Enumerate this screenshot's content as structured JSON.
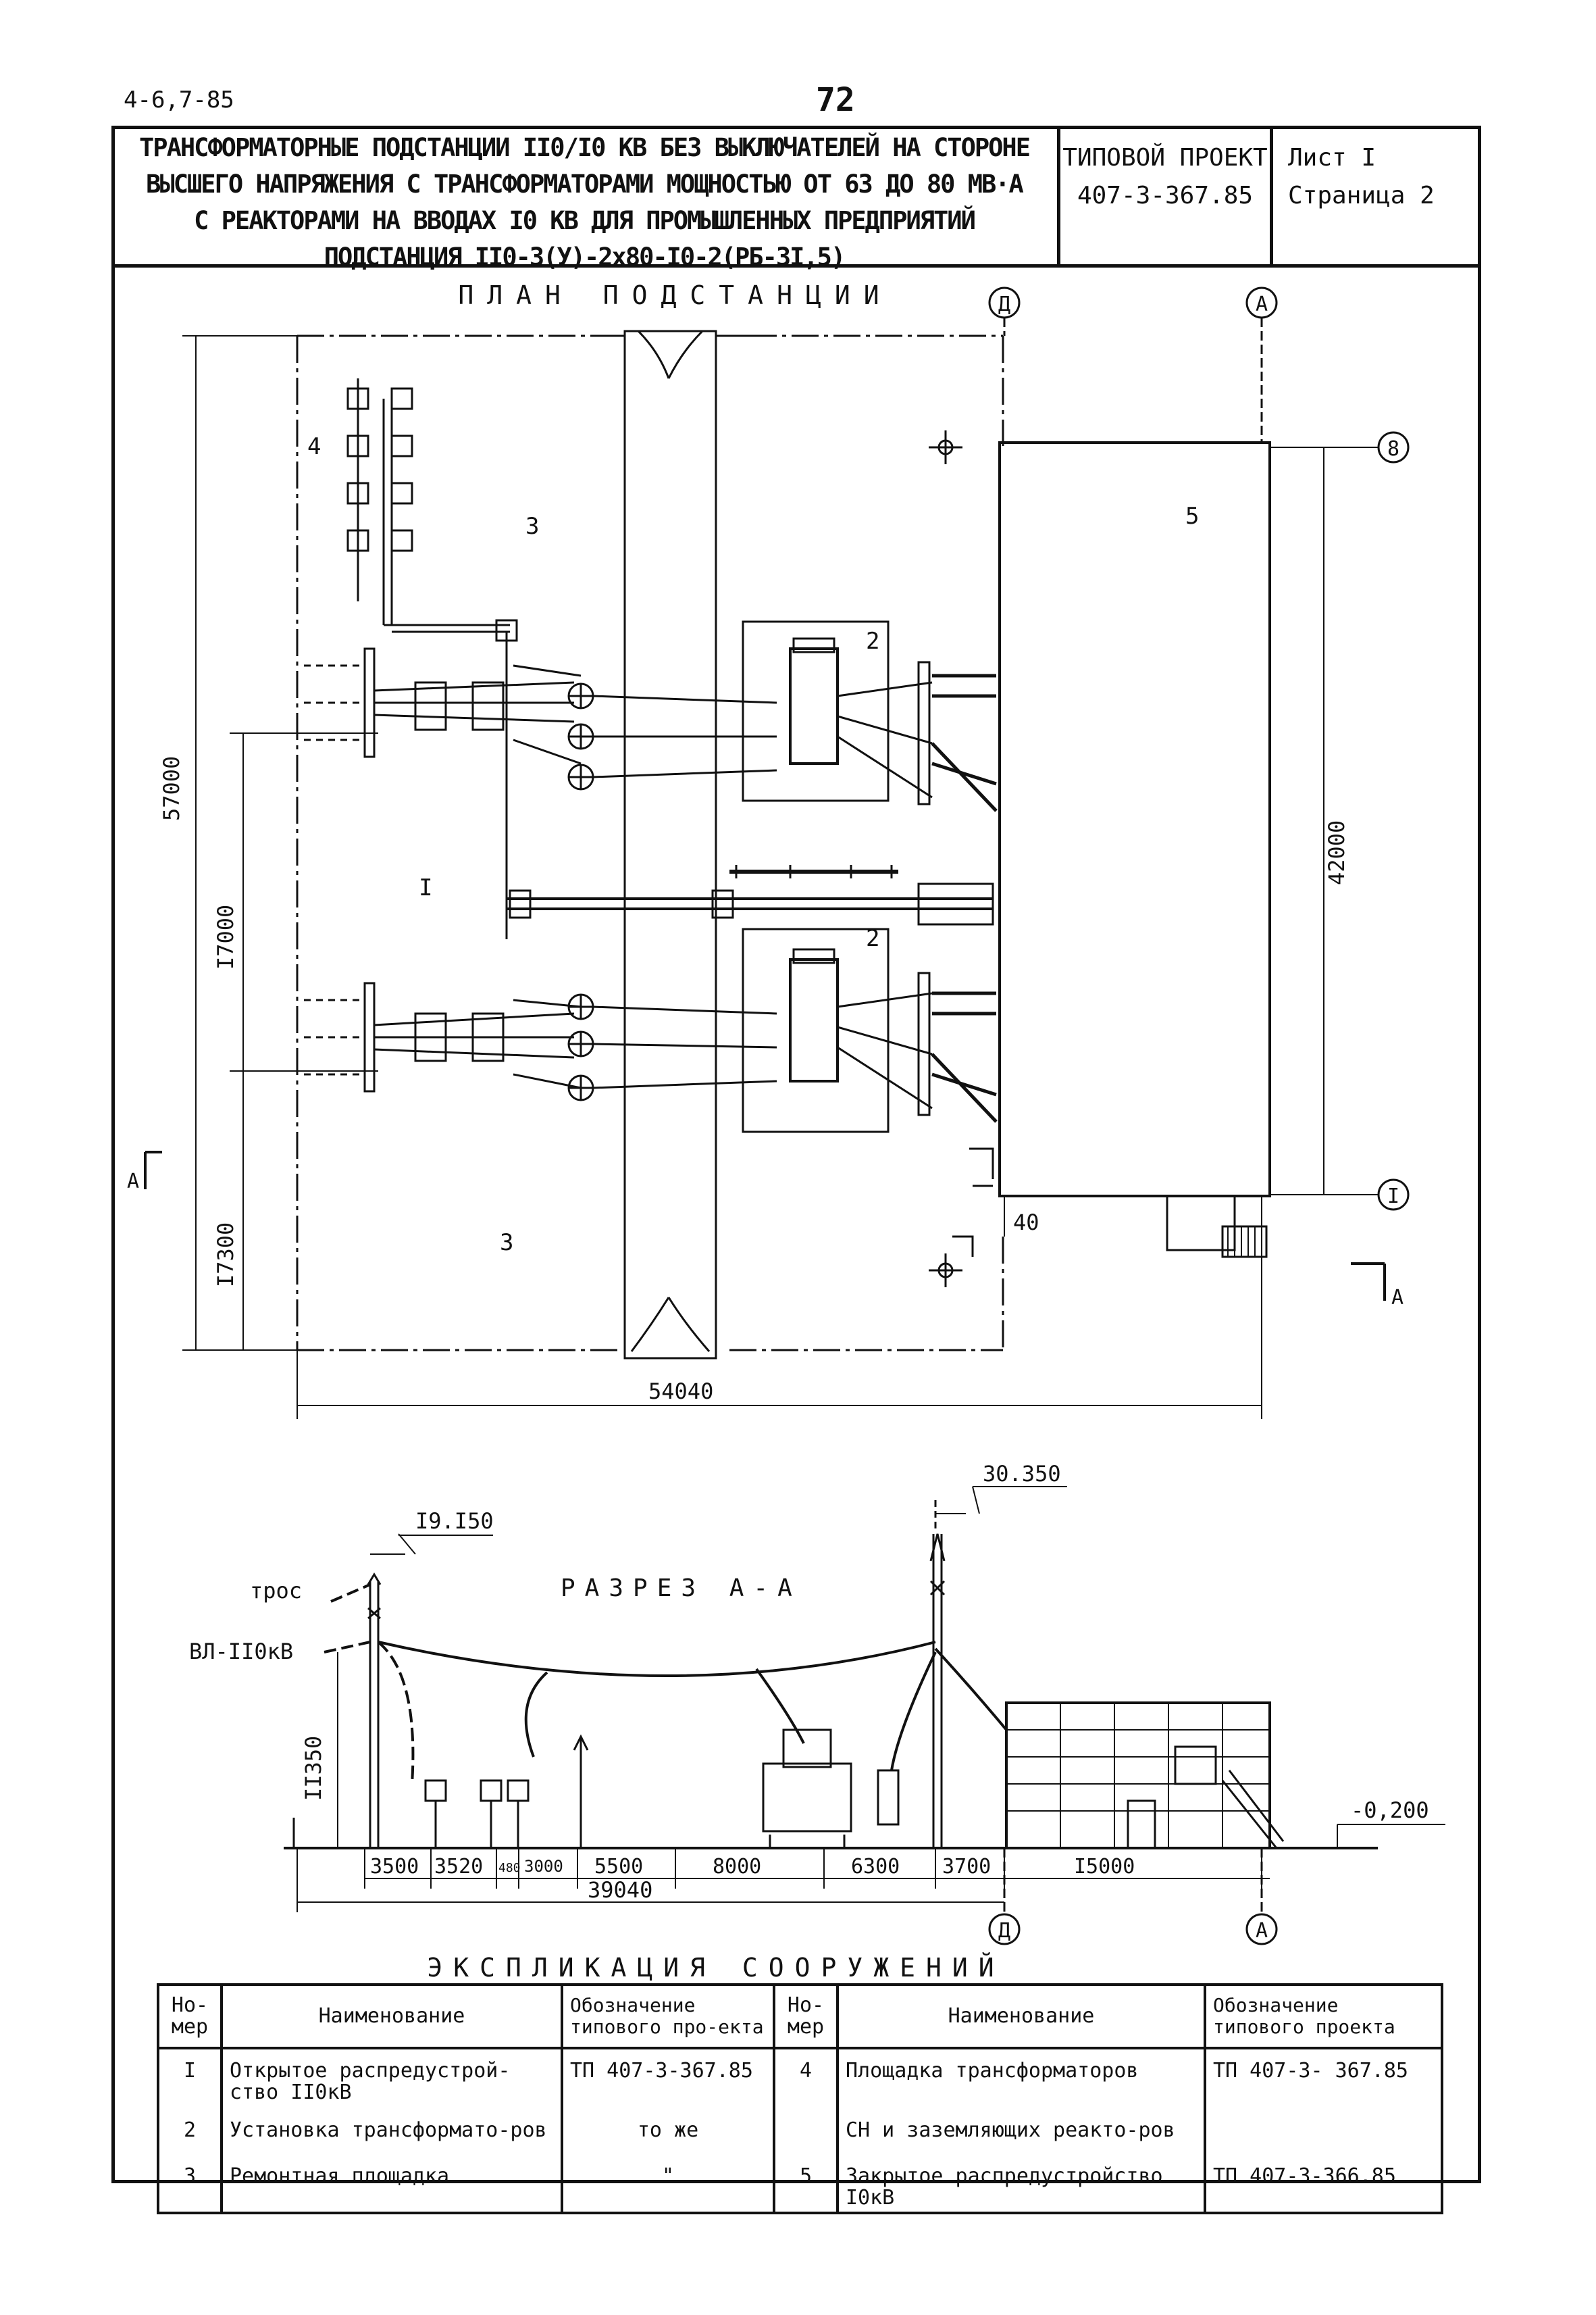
{
  "doc_code": "4-6,7-85",
  "page_number": "72",
  "header": {
    "title_lines": [
      "ТРАНСФОРМАТОРНЫЕ ПОДСТАНЦИИ II0/I0 КВ БЕЗ ВЫКЛЮЧАТЕЛЕЙ НА СТОРОНЕ",
      "ВЫСШЕГО НАПРЯЖЕНИЯ С ТРАНСФОРМАТОРАМИ МОЩНОСТЬЮ ОТ 63 ДО 80 МВ·А",
      "С РЕАКТОРАМИ НА ВВОДАХ I0 КВ ДЛЯ ПРОМЫШЛЕННЫХ ПРЕДПРИЯТИЙ",
      "ПОДСТАНЦИЯ II0-3(У)-2x80-I0-2(РБ-3I,5)"
    ],
    "project_label": "ТИПОВОЙ ПРОЕКТ",
    "project_number": "407-3-367.85",
    "sheet": "Лист I",
    "page": "Страница 2"
  },
  "plan": {
    "title": "ПЛАН ПОДСТАНЦИИ",
    "zones": [
      "4",
      "3",
      "5",
      "2",
      "I",
      "2",
      "3"
    ],
    "axes": [
      "Д",
      "А",
      "8",
      "I"
    ],
    "dims": [
      "57000",
      "I7000",
      "I7300",
      "42000",
      "40",
      "54040"
    ],
    "section_marks": [
      "А",
      "А"
    ]
  },
  "section": {
    "title": "РАЗРЕЗ А-А",
    "labels": [
      "трос",
      "ВЛ-II0кВ"
    ],
    "elevations": [
      "I9.I50",
      "30.350",
      "-0,200"
    ],
    "height_dim": "II350",
    "spans": [
      "3500",
      "3520",
      "480",
      "3000",
      "5500",
      "8000",
      "6300",
      "3700",
      "I5000"
    ],
    "total": "39040",
    "axes": [
      "Д",
      "А"
    ]
  },
  "explication": {
    "title": "ЭКСПЛИКАЦИЯ СООРУЖЕНИЙ",
    "col_num": "Но-мер",
    "col_name": "Наименование",
    "col_proj": "Обозначение типового про-екта",
    "col_proj2": "Обозначение типового проекта",
    "rows": [
      {
        "num": "I",
        "name": "Открытое распредустрой-ство II0кВ",
        "proj": "ТП 407-3-367.85"
      },
      {
        "num": "2",
        "name": "Установка трансформато-ров",
        "proj": "то же"
      },
      {
        "num": "3",
        "name": "Ремонтная площадка",
        "proj": "\""
      },
      {
        "num": "4",
        "name": "Площадка трансформаторов",
        "proj": "ТП 407-3- 367.85"
      },
      {
        "num": "",
        "name": "СН и заземляющих реакто-ров",
        "proj": ""
      },
      {
        "num": "5",
        "name": "Закрытое распредустройство I0кВ",
        "proj": "ТП 407-3-366.85"
      }
    ]
  }
}
